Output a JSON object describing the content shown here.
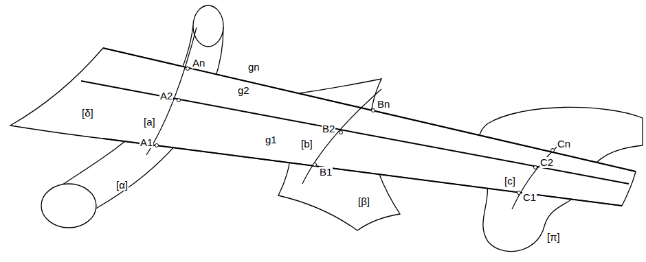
{
  "diagram": {
    "labels": [
      "[δ]",
      "An",
      "gn",
      "[a]",
      "A2",
      "g2",
      "A1",
      "g1",
      "[b]",
      "B2",
      "Bn",
      "B1",
      "[c]",
      "C2",
      "Cn",
      "C1",
      "[α]",
      "[β]",
      "[π]"
    ]
  }
}
